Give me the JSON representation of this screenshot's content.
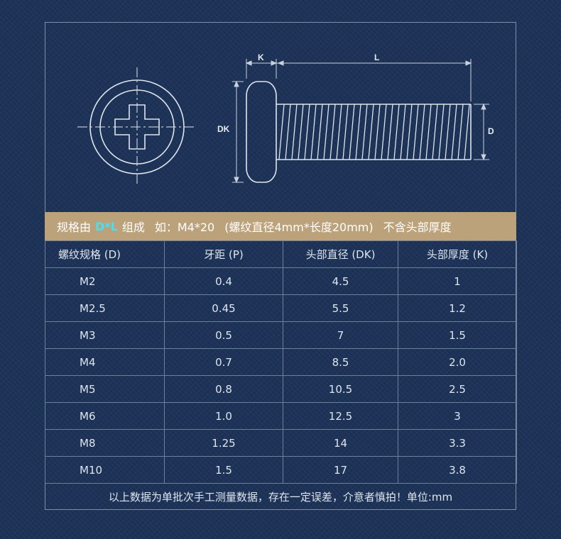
{
  "diagram": {
    "labels": {
      "k": "K",
      "l": "L",
      "dk": "DK",
      "d": "D"
    }
  },
  "spec_bar": {
    "prefix": "规格由",
    "highlight": "D*L",
    "suffix": "组成",
    "example": "如：M4*20",
    "explanation": "(螺纹直径4mm*长度20mm)",
    "note": "不含头部厚度"
  },
  "table": {
    "headers": [
      "螺纹规格 (D)",
      "牙距 (P)",
      "头部直径 (DK)",
      "头部厚度 (K)"
    ],
    "rows": [
      [
        "M2",
        "0.4",
        "4.5",
        "1"
      ],
      [
        "M2.5",
        "0.45",
        "5.5",
        "1.2"
      ],
      [
        "M3",
        "0.5",
        "7",
        "1.5"
      ],
      [
        "M4",
        "0.7",
        "8.5",
        "2.0"
      ],
      [
        "M5",
        "0.8",
        "10.5",
        "2.5"
      ],
      [
        "M6",
        "1.0",
        "12.5",
        "3"
      ],
      [
        "M8",
        "1.25",
        "14",
        "3.3"
      ],
      [
        "M10",
        "1.5",
        "17",
        "3.8"
      ]
    ]
  },
  "footer_note": "以上数据为单批次手工测量数据，存在一定误差，介意者慎拍！单位:mm",
  "colors": {
    "background": "#1c3257",
    "spec_bar": "#bca27a",
    "highlight": "#41e2ff",
    "lines": "#6d7f9c"
  }
}
